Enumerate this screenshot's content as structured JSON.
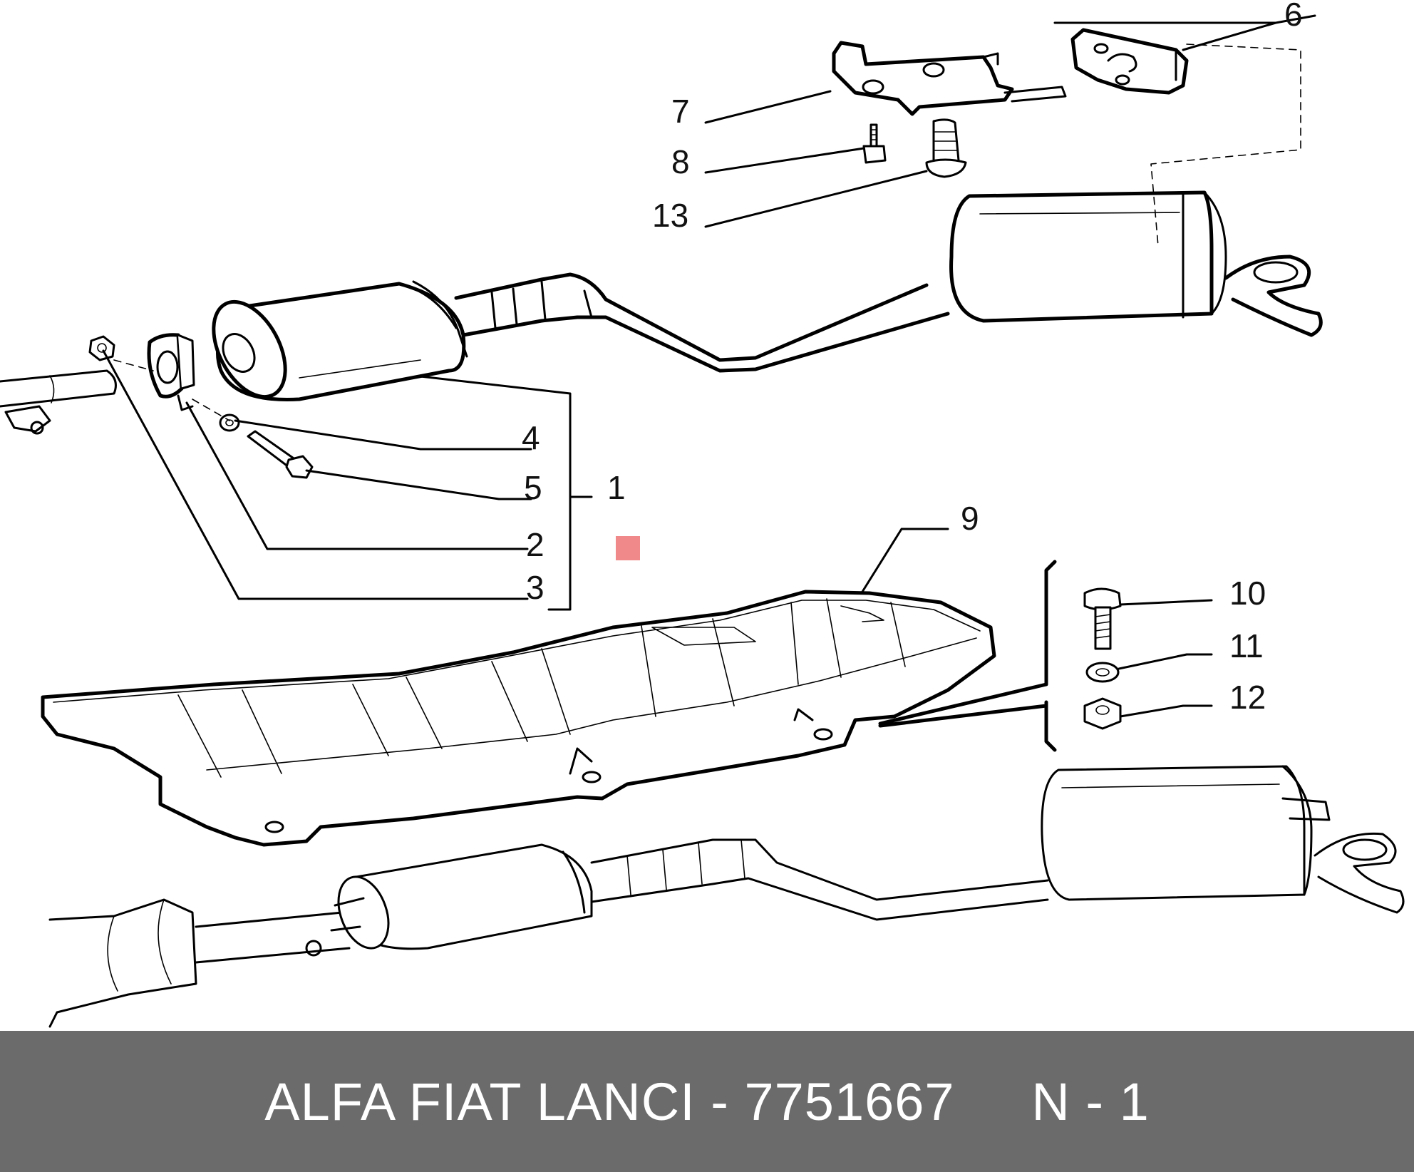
{
  "diagram": {
    "callouts": [
      {
        "id": "c1",
        "label": "1"
      },
      {
        "id": "c2",
        "label": "2"
      },
      {
        "id": "c3",
        "label": "3"
      },
      {
        "id": "c4",
        "label": "4"
      },
      {
        "id": "c5",
        "label": "5"
      },
      {
        "id": "c6",
        "label": "6"
      },
      {
        "id": "c7",
        "label": "7"
      },
      {
        "id": "c8",
        "label": "8"
      },
      {
        "id": "c9",
        "label": "9"
      },
      {
        "id": "c10",
        "label": "10"
      },
      {
        "id": "c11",
        "label": "11"
      },
      {
        "id": "c12",
        "label": "12"
      },
      {
        "id": "c13",
        "label": "13"
      }
    ],
    "marker_color": "#f08a8a"
  },
  "footer": {
    "caption": "ALFA FIAT LANCI - 7751667     N - 1",
    "background": "#6b6b6b",
    "text_color": "#ffffff"
  }
}
